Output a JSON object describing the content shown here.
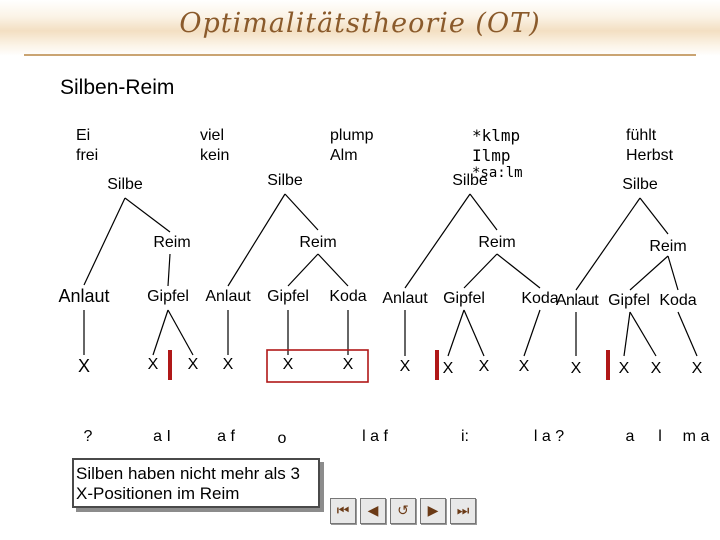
{
  "banner": {
    "title": "Optimalitätstheorie (OT)"
  },
  "title": "Silben-Reim",
  "colors": {
    "accent": "#8a5a2b",
    "marker": "#b01818"
  },
  "words": [
    {
      "line1": "Ei",
      "line2": "frei"
    },
    {
      "line1": "viel",
      "line2": "kein"
    },
    {
      "line1": "plump",
      "line2": "Alm"
    },
    {
      "line1": "*klmp",
      "line2": "Ilmp",
      "line3": "*sa:lm"
    },
    {
      "line1": "fühlt",
      "line2": "Herbst"
    }
  ],
  "tree_labels": {
    "silbe": "Silbe",
    "reim": "Reim",
    "anlaut": "Anlaut",
    "gipfel": "Gipfel",
    "koda": "Koda",
    "x": "X"
  },
  "segments": [
    "?",
    "a I",
    "a f",
    "o",
    "l a f",
    "i:",
    "l a ?",
    "a",
    "l",
    "m a"
  ],
  "note": "Silben haben nicht mehr als 3 X-Positionen im Reim",
  "nav": {
    "first": "first-slide-icon",
    "prev": "previous-slide-icon",
    "return": "return-icon",
    "next": "next-slide-icon",
    "last": "last-slide-icon"
  }
}
